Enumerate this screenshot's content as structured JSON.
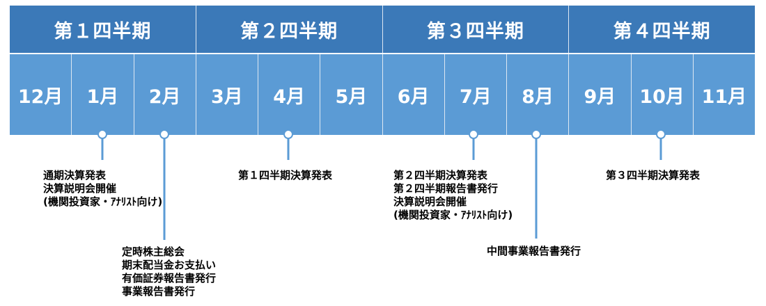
{
  "quarters": [
    "第１四半期",
    "第２四半期",
    "第３四半期",
    "第４四半期"
  ],
  "months": [
    "12月",
    "1月",
    "2月",
    "3月",
    "4月",
    "5月",
    "6月",
    "7月",
    "8月",
    "9月",
    "10月",
    "11月"
  ],
  "events": {
    "jan": "通期決算発表\n決算説明会開催\n(機関投資家・ｱﾅﾘｽﾄ向け)",
    "feb": "定時株主総会\n期末配当金お支払い\n有価証券報告書発行\n事業報告書発行",
    "apr": "第１四半期決算発表",
    "jul": "第２四半期決算発表\n第２四半期報告書発行\n決算説明会開催\n(機関投資家・ｱﾅﾘｽﾄ向け)",
    "aug": "中間事業報告書発行",
    "oct": "第３四半期決算発表"
  }
}
